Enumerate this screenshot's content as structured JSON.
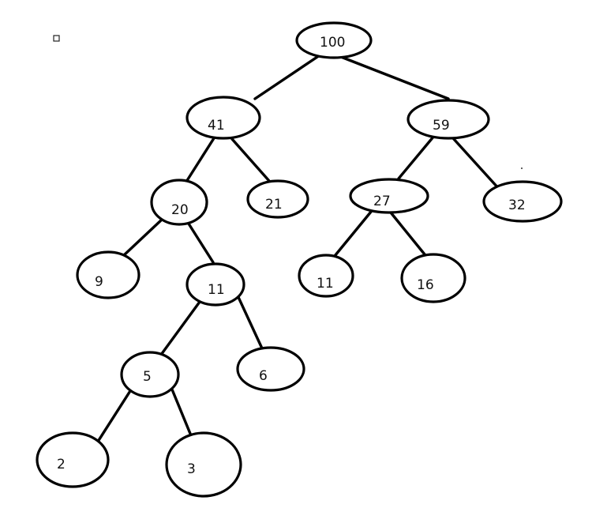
{
  "diagram": {
    "nodes": [
      {
        "id": "n100",
        "label": "100"
      },
      {
        "id": "n41",
        "label": "41"
      },
      {
        "id": "n59",
        "label": "59"
      },
      {
        "id": "n20",
        "label": "20"
      },
      {
        "id": "n21",
        "label": "21"
      },
      {
        "id": "n27",
        "label": "27"
      },
      {
        "id": "n32",
        "label": "32"
      },
      {
        "id": "n9",
        "label": "9"
      },
      {
        "id": "n11a",
        "label": "11"
      },
      {
        "id": "n11b",
        "label": "11"
      },
      {
        "id": "n16",
        "label": "16"
      },
      {
        "id": "n5",
        "label": "5"
      },
      {
        "id": "n6",
        "label": "6"
      },
      {
        "id": "n2",
        "label": "2"
      },
      {
        "id": "n3",
        "label": "3"
      }
    ],
    "edges": [
      {
        "from": "n100",
        "to": "n41"
      },
      {
        "from": "n100",
        "to": "n59"
      },
      {
        "from": "n41",
        "to": "n20"
      },
      {
        "from": "n41",
        "to": "n21"
      },
      {
        "from": "n59",
        "to": "n27"
      },
      {
        "from": "n59",
        "to": "n32"
      },
      {
        "from": "n20",
        "to": "n9"
      },
      {
        "from": "n20",
        "to": "n11a"
      },
      {
        "from": "n27",
        "to": "n11b"
      },
      {
        "from": "n27",
        "to": "n16"
      },
      {
        "from": "n11a",
        "to": "n5"
      },
      {
        "from": "n11a",
        "to": "n6"
      },
      {
        "from": "n5",
        "to": "n2"
      },
      {
        "from": "n5",
        "to": "n3"
      }
    ]
  }
}
